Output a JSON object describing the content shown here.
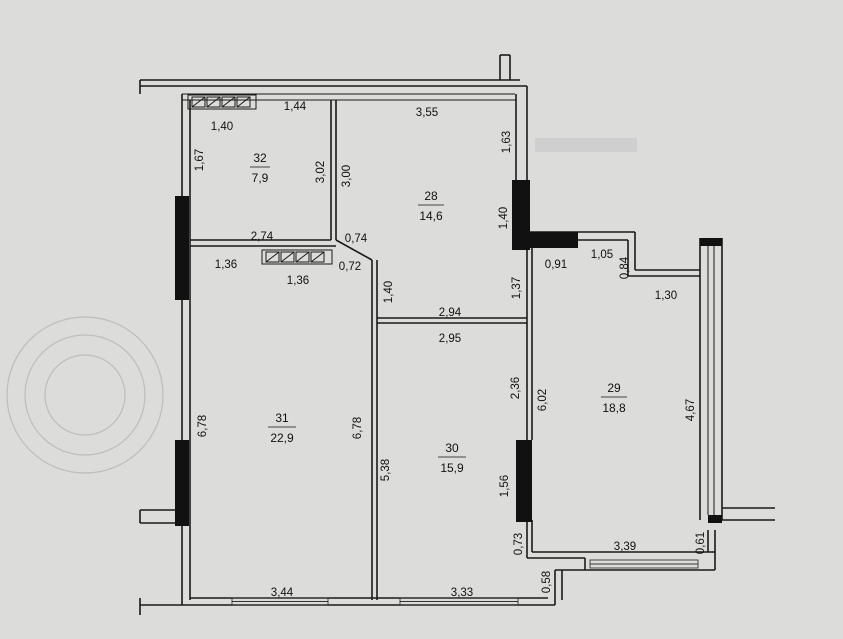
{
  "rooms": [
    {
      "id": "r32",
      "number": "32",
      "area": "7,9"
    },
    {
      "id": "r28",
      "number": "28",
      "area": "14,6"
    },
    {
      "id": "r29",
      "number": "29",
      "area": "18,8"
    },
    {
      "id": "r31",
      "number": "31",
      "area": "22,9"
    },
    {
      "id": "r30",
      "number": "30",
      "area": "15,9"
    }
  ],
  "dimensions": [
    {
      "id": "d1",
      "text": "1,44"
    },
    {
      "id": "d2",
      "text": "1,40"
    },
    {
      "id": "d3",
      "text": "3,55"
    },
    {
      "id": "d4",
      "text": "1,67"
    },
    {
      "id": "d5",
      "text": "3,02"
    },
    {
      "id": "d6",
      "text": "3,00"
    },
    {
      "id": "d7",
      "text": "1,63"
    },
    {
      "id": "d8",
      "text": "1,40"
    },
    {
      "id": "d9",
      "text": "2,74"
    },
    {
      "id": "d10",
      "text": "0,74"
    },
    {
      "id": "d11",
      "text": "1,36"
    },
    {
      "id": "d12",
      "text": "0,72"
    },
    {
      "id": "d13",
      "text": "1,36"
    },
    {
      "id": "d14",
      "text": "1,40"
    },
    {
      "id": "d15",
      "text": "0,91"
    },
    {
      "id": "d16",
      "text": "1,05"
    },
    {
      "id": "d17",
      "text": "0,84"
    },
    {
      "id": "d18",
      "text": "1,37"
    },
    {
      "id": "d19",
      "text": "1,30"
    },
    {
      "id": "d20",
      "text": "2,94"
    },
    {
      "id": "d21",
      "text": "2,95"
    },
    {
      "id": "d22",
      "text": "2,36"
    },
    {
      "id": "d23",
      "text": "6,78"
    },
    {
      "id": "d24",
      "text": "6,78"
    },
    {
      "id": "d25",
      "text": "6,02"
    },
    {
      "id": "d26",
      "text": "4,67"
    },
    {
      "id": "d27",
      "text": "5,38"
    },
    {
      "id": "d28",
      "text": "1,56"
    },
    {
      "id": "d29",
      "text": "0,73"
    },
    {
      "id": "d30",
      "text": "3,39"
    },
    {
      "id": "d31",
      "text": "0,61"
    },
    {
      "id": "d32",
      "text": "0,58"
    },
    {
      "id": "d33",
      "text": "3,44"
    },
    {
      "id": "d34",
      "text": "3,33"
    }
  ]
}
